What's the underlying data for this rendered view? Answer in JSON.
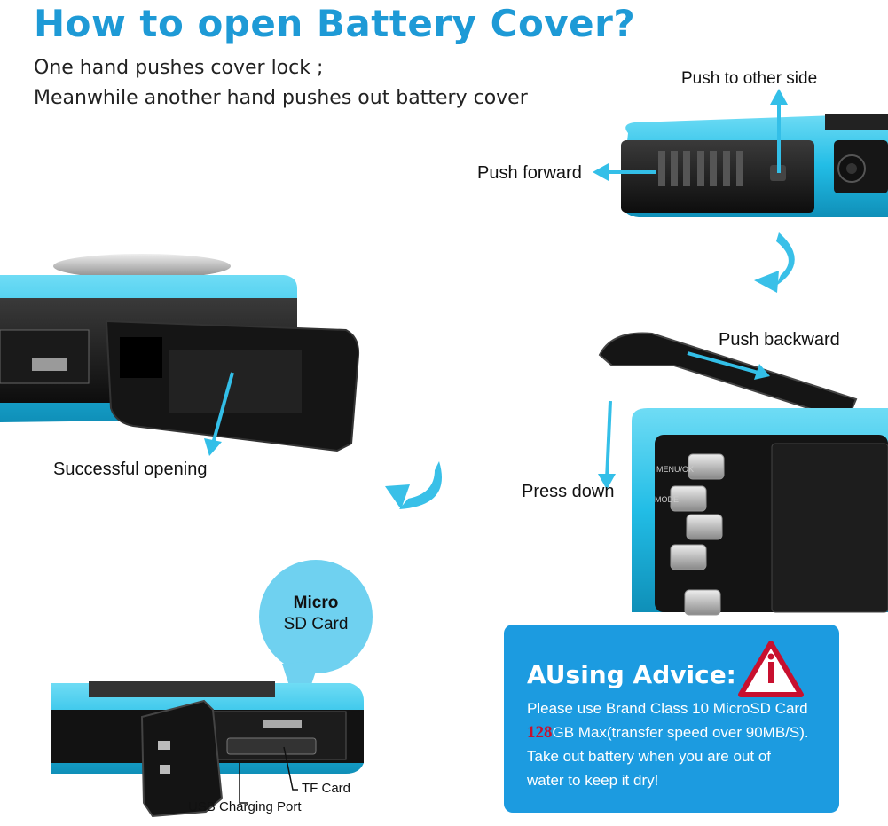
{
  "title": "How to open Battery Cover?",
  "intro": {
    "line1": "One hand pushes cover lock ;",
    "line2": "Meanwhile another hand pushes out battery cover"
  },
  "labels": {
    "push_other_side": "Push to other side",
    "push_forward": "Push forward",
    "push_backward": "Push backward",
    "press_down": "Press down",
    "successful_opening": "Successful opening",
    "tf_card": "TF Card",
    "usb_port": "USB Charging Port"
  },
  "bubble": {
    "line1": "Micro",
    "line2": "SD Card"
  },
  "advice": {
    "title": "AUsing Advice:",
    "line1": "Please use Brand Class 10 MicroSD Card",
    "line2_highlight": "128",
    "line2_rest": "GB Max(transfer speed over 90MB/S).",
    "line3": "Take out battery when you are out of",
    "line4": "water to keep it dry!"
  },
  "camera_buttons": [
    "MENU/OK",
    "MODE"
  ],
  "icons": [
    "warning-triangle-icon",
    "curved-arrow-icon"
  ],
  "colors": {
    "accent": "#1e9ad6",
    "camera_body": "#2ac0e8",
    "advice_bg": "#1c9be0",
    "warning_red": "#c8102e"
  }
}
